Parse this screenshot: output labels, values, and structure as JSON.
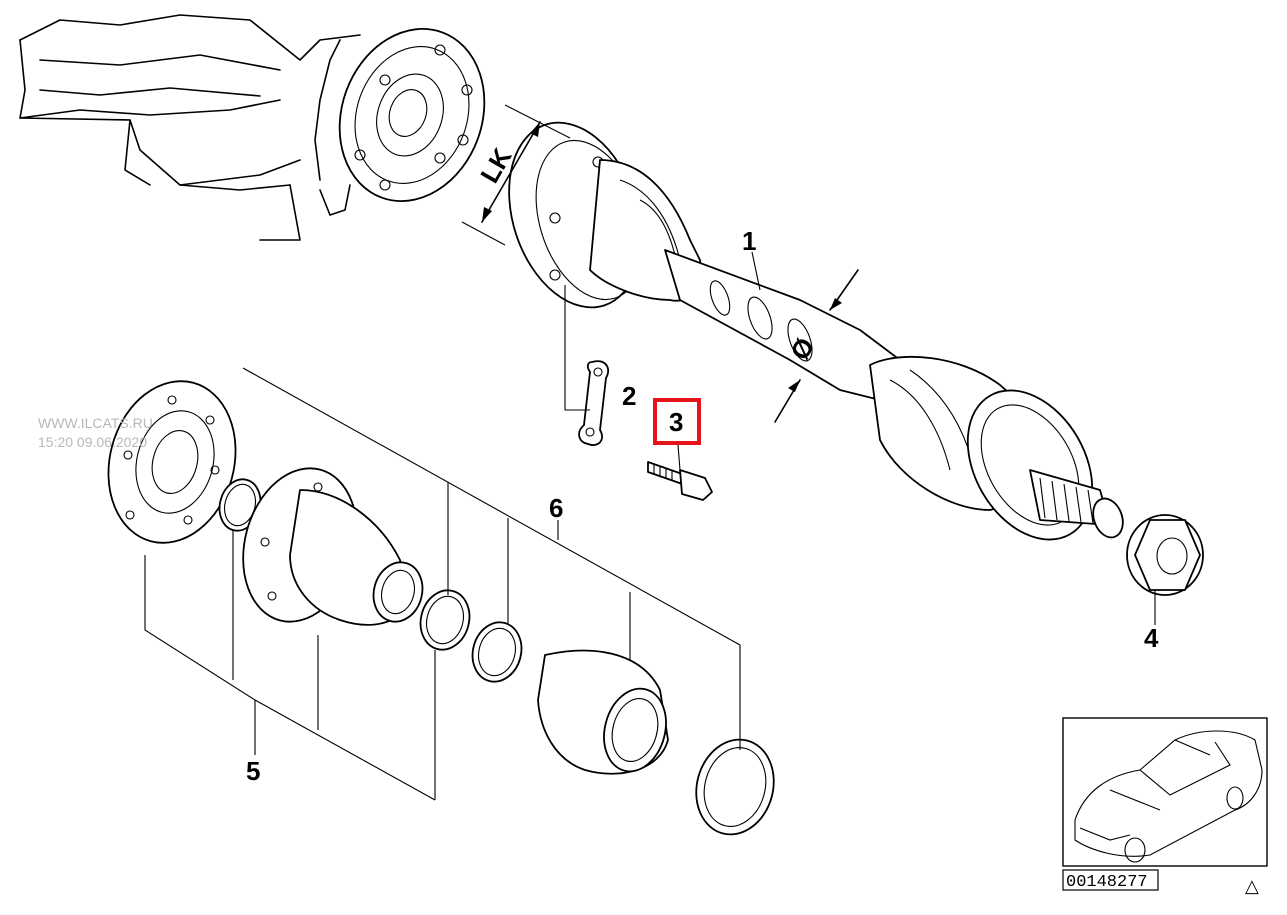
{
  "labels": {
    "part_1": "1",
    "part_2": "2",
    "part_3": "3",
    "part_4": "4",
    "part_5": "5",
    "part_6": "6",
    "dim_lk": "LK",
    "dim_diameter": "Ø"
  },
  "watermark": {
    "line1": "WWW.ILCATS.RU",
    "line2": "15:20 09.06.2020"
  },
  "reference_number": "00148277",
  "corner_symbol": "△",
  "highlighted_part": "3",
  "colors": {
    "highlight": "#e8141c",
    "line": "#000000",
    "watermark": "#b8b8b8"
  }
}
